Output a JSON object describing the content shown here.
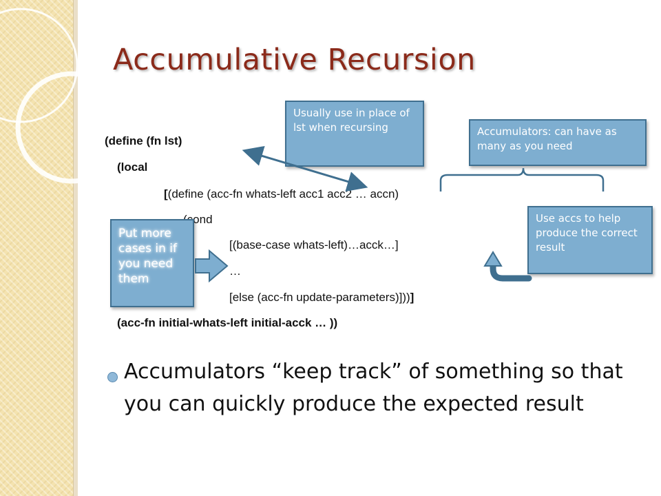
{
  "slide": {
    "title": "Accumulative Recursion",
    "code_lines": {
      "l1": "(define (fn lst)",
      "l2": "(local",
      "l3_bracket": "[",
      "l3_rest": "(define (acc-fn whats-left acc1 acc2 … accn)",
      "l4": "(cond",
      "l5": "[(base-case whats-left)…acck…]",
      "l6": "…",
      "l7_rest": "[else (acc-fn update-parameters)]))",
      "l7_bracket": "]",
      "l8": "(acc-fn initial-whats-left initial-acck … ))"
    },
    "callouts": {
      "usually": "Usually use in place of lst when recursing",
      "accumulators": "Accumulators: can have as many as you need",
      "use_accs": "Use accs to help produce the correct result",
      "put_more": "Put more cases in if you need them"
    },
    "bullet": "Accumulators “keep track” of something so that you can quickly produce the expected result"
  },
  "colors": {
    "title": "#8b2a1a",
    "callout_fill": "#7eaed0",
    "callout_border": "#3f6f8f",
    "sidebar": "#f4e3b0"
  }
}
